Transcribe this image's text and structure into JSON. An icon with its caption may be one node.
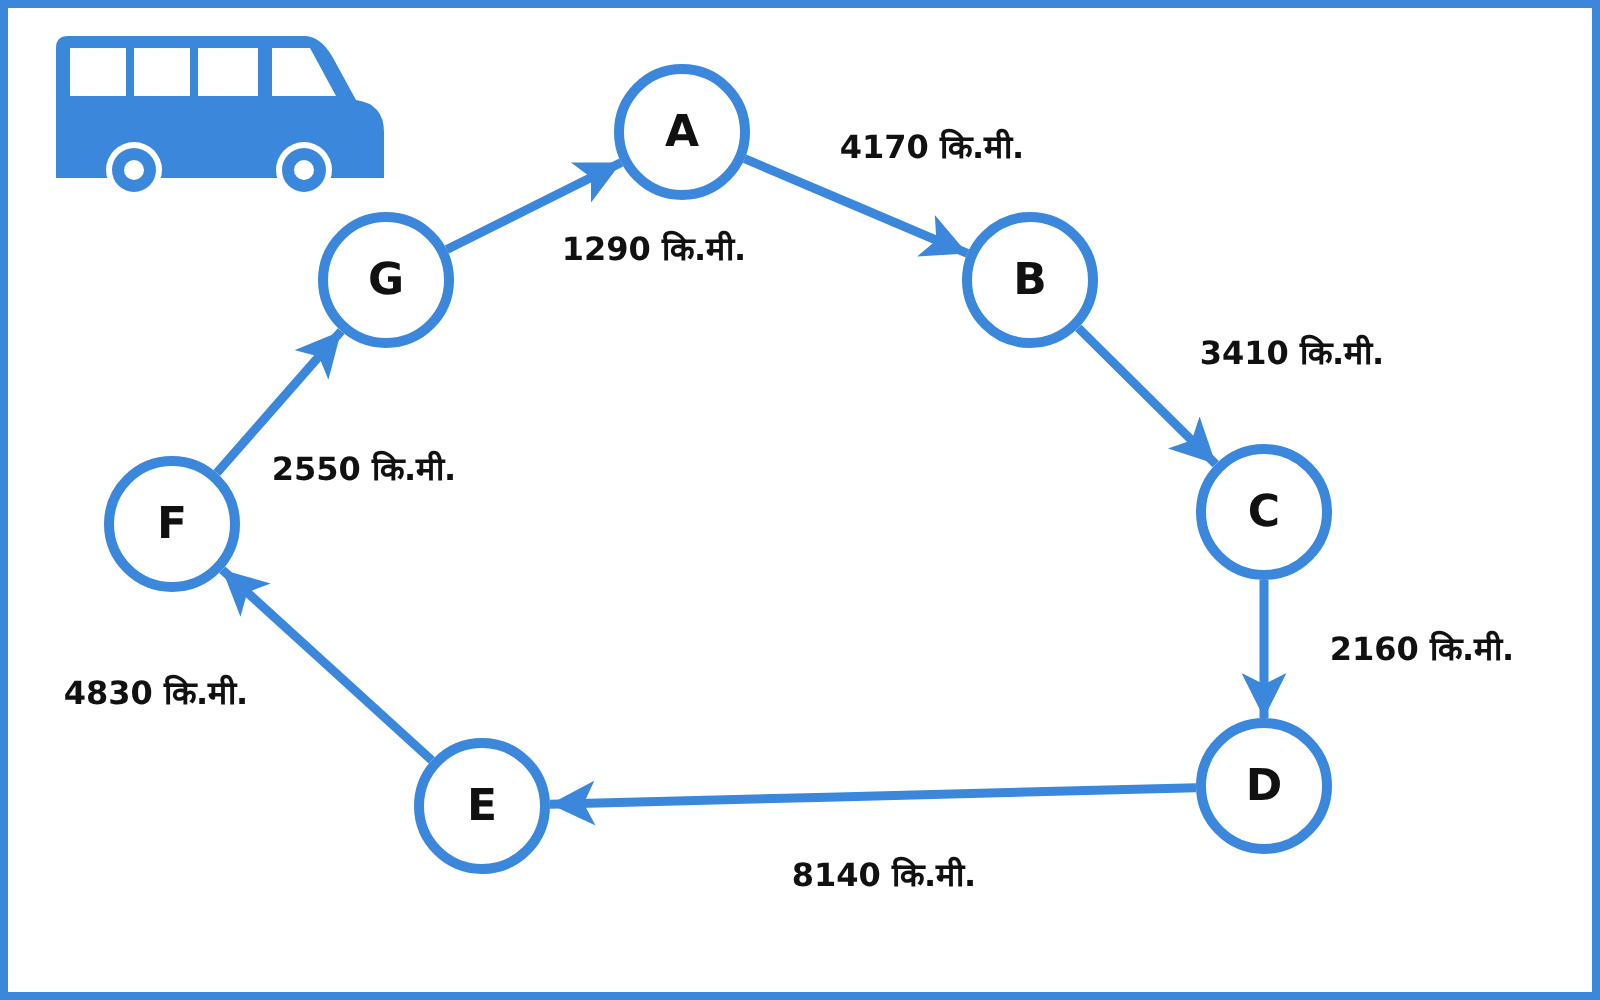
{
  "diagram": {
    "nodes": [
      {
        "text": [
          "A"
        ]
      },
      {
        "text": [
          "B"
        ]
      },
      {
        "text": [
          "C"
        ]
      },
      {
        "text": [
          "D"
        ]
      },
      {
        "text": [
          "E"
        ]
      },
      {
        "text": [
          "F"
        ]
      },
      {
        "text": [
          "G"
        ]
      }
    ],
    "edges": [
      {
        "from": 6,
        "to": 0,
        "arrow": "to",
        "label": "1290 कि.मी."
      },
      {
        "from": 0,
        "to": 1,
        "arrow": "to",
        "label": "4170 कि.मी."
      },
      {
        "from": 1,
        "to": 2,
        "arrow": "to",
        "label": "3410 कि.मी."
      },
      {
        "from": 2,
        "to": 3,
        "arrow": "to",
        "label": "2160 कि.मी."
      },
      {
        "from": 3,
        "to": 4,
        "arrow": "to",
        "label": "8140 कि.मी."
      },
      {
        "from": 4,
        "to": 5,
        "arrow": "to",
        "label": "4830 कि.मी."
      },
      {
        "from": 5,
        "to": 6,
        "arrow": "to",
        "label": "2550 कि.मी."
      }
    ]
  }
}
